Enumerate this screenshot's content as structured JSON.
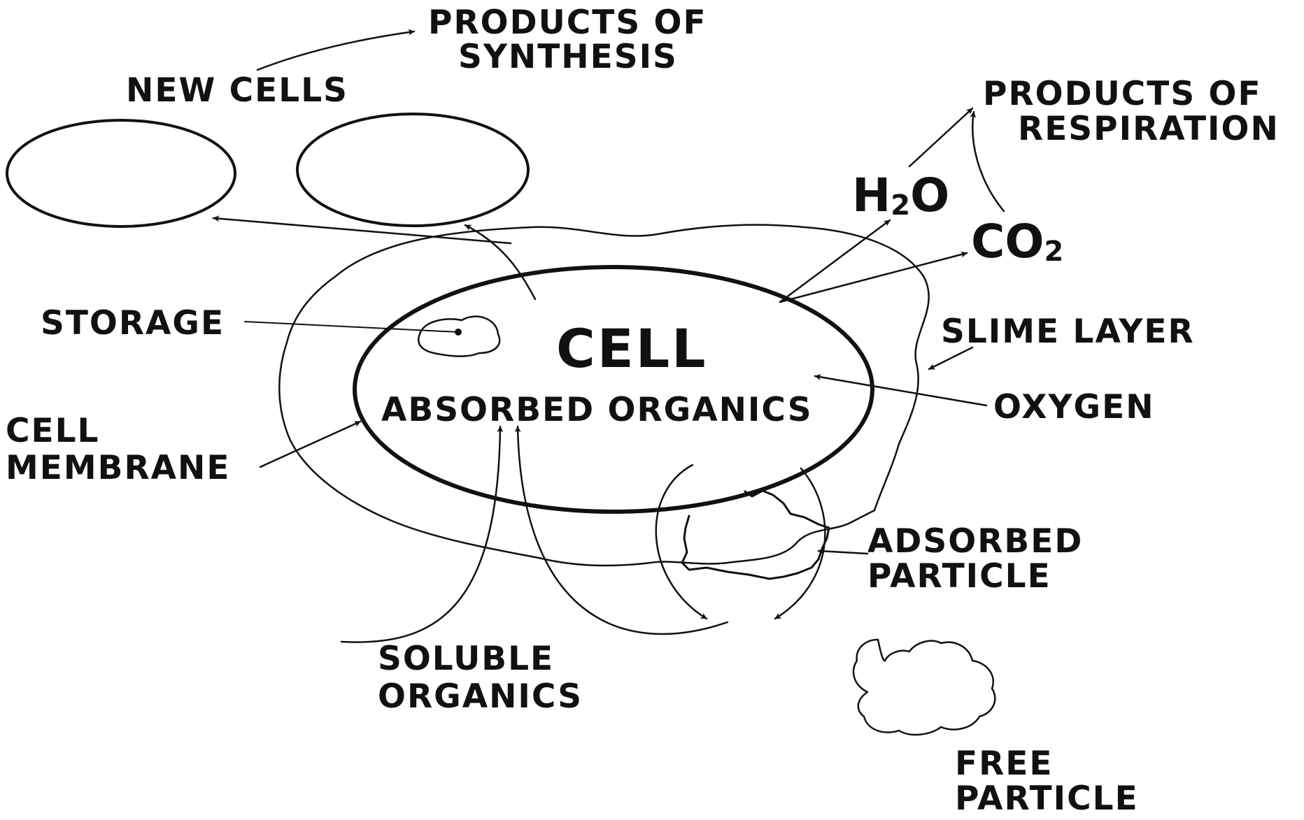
{
  "diagram": {
    "labels": {
      "products_of_synthesis": [
        "PRODUCTS OF",
        "SYNTHESIS"
      ],
      "new_cells": "NEW CELLS",
      "products_of_respiration": [
        "PRODUCTS OF",
        "RESPIRATION"
      ],
      "water": {
        "main": "H",
        "subscript": "2",
        "tail": "O"
      },
      "carbon_dioxide": {
        "main": "CO",
        "subscript": "2"
      },
      "storage": "STORAGE",
      "cell": "CELL",
      "absorbed_organics": "ABSORBED ORGANICS",
      "slime_layer": "SLIME LAYER",
      "oxygen": "OXYGEN",
      "cell_membrane": [
        "CELL",
        "MEMBRANE"
      ],
      "adsorbed_particle": [
        "ADSORBED",
        "PARTICLE"
      ],
      "soluble_organics": [
        "SOLUBLE",
        "ORGANICS"
      ],
      "free_particle": [
        "FREE",
        "PARTICLE"
      ]
    },
    "style": {
      "ink": "#111111",
      "paper": "#ffffff"
    }
  }
}
